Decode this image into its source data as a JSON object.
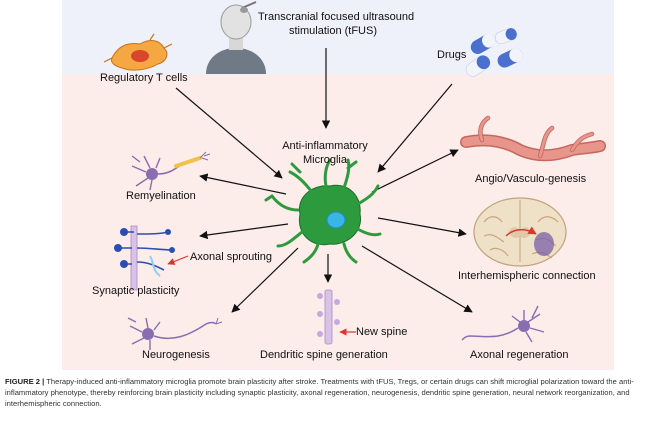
{
  "diagram": {
    "inputs": {
      "regulatory_t_cells": "Regulatory T cells",
      "tfus_line1": "Transcranial focused ultrasound",
      "tfus_line2": "stimulation (tFUS)",
      "drugs": "Drugs"
    },
    "center": {
      "line1": "Anti-inflammatory",
      "line2": "Microglia"
    },
    "outputs": {
      "remyelination": "Remyelination",
      "axonal_sprouting": "Axonal sprouting",
      "synaptic_plasticity": "Synaptic plasticity",
      "neurogenesis": "Neurogenesis",
      "new_spine": "New spine",
      "dendritic_spine_generation": "Dendritic spine generation",
      "axonal_regeneration": "Axonal regeneration",
      "angio_vasculogenesis": "Angio/Vasculo-genesis",
      "interhemispheric_connection": "Interhemispheric connection"
    },
    "colors": {
      "top_band": "#eef0fa",
      "main_band": "#fcecea",
      "microglia": "#2e9a3e",
      "microglia_nucleus": "#3ab6e6",
      "neuron_purple": "#8a6db0",
      "vessel": "#e8968c",
      "arrow_red": "#e0332a"
    }
  },
  "caption": {
    "label": "FIGURE 2 |",
    "text": "Therapy-induced anti-inflammatory microglia promote brain plasticity after stroke. Treatments with tFUS, Tregs, or certain drugs can shift microglial polarization toward the anti-inflammatory phenotype, thereby reinforcing brain plasticity including synaptic plasticity, axonal regeneration, neurogenesis, dendritic spine generation, neural network reorganization, and interhemispheric connection."
  }
}
